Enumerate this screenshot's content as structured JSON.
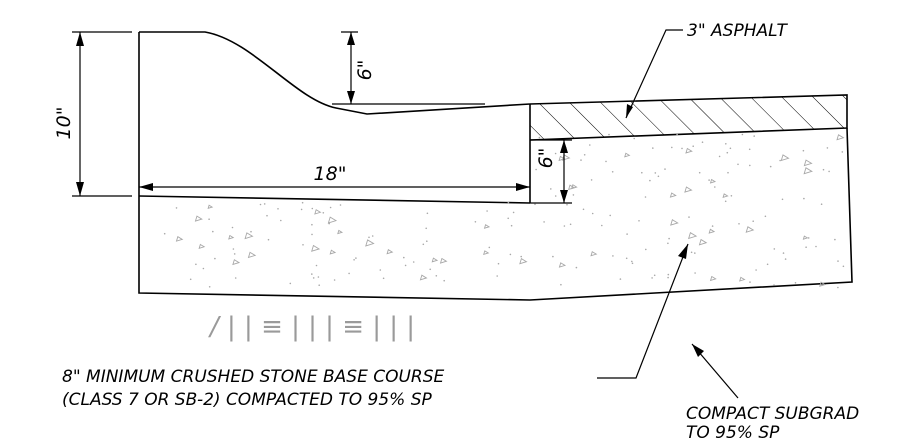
{
  "dimensions": {
    "curb_height": "10\"",
    "gutter_drop": "6\"",
    "gutter_width": "18\"",
    "base_depth": "6\""
  },
  "labels": {
    "asphalt": "3\" ASPHALT",
    "base_line1": "8\" MINIMUM CRUSHED STONE BASE COURSE",
    "base_line2": "(CLASS 7 OR SB-2) COMPACTED TO 95% SP",
    "subgrade_line1": "COMPACT SUBGRAD",
    "subgrade_line2": "TO 95% SP"
  },
  "symbols": {
    "subgrade_pattern": "/ | | ≡ | | | ≡ | | |"
  },
  "colors": {
    "linework": "#000000",
    "aggregate": "#a8a8a8"
  }
}
